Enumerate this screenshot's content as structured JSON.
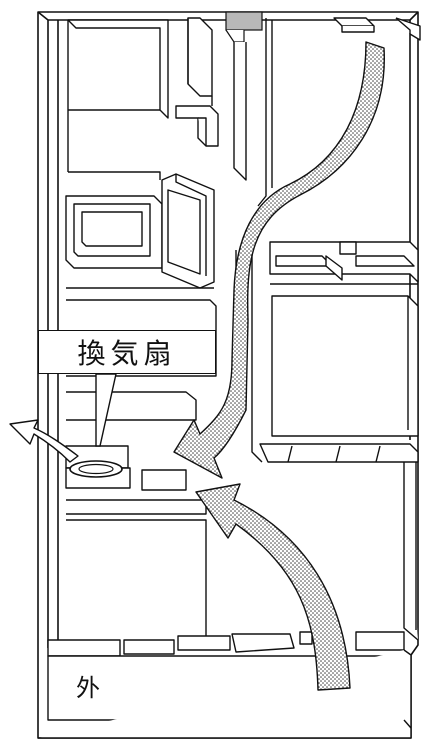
{
  "labels": {
    "fan": "換気扇",
    "outside": "外"
  },
  "colors": {
    "line": "#111111",
    "flow_arrow_dots": "#333333",
    "vent_fill": "#b8b8b8",
    "background": "#ffffff"
  },
  "flow_paths": [
    {
      "name": "indoor-airflow",
      "from": "back-room",
      "to": "kitchen-fan"
    },
    {
      "name": "exhaust-airflow",
      "from": "kitchen-fan",
      "to": "outside"
    },
    {
      "name": "intake-airflow",
      "from": "balcony",
      "to": "kitchen-fan"
    }
  ]
}
